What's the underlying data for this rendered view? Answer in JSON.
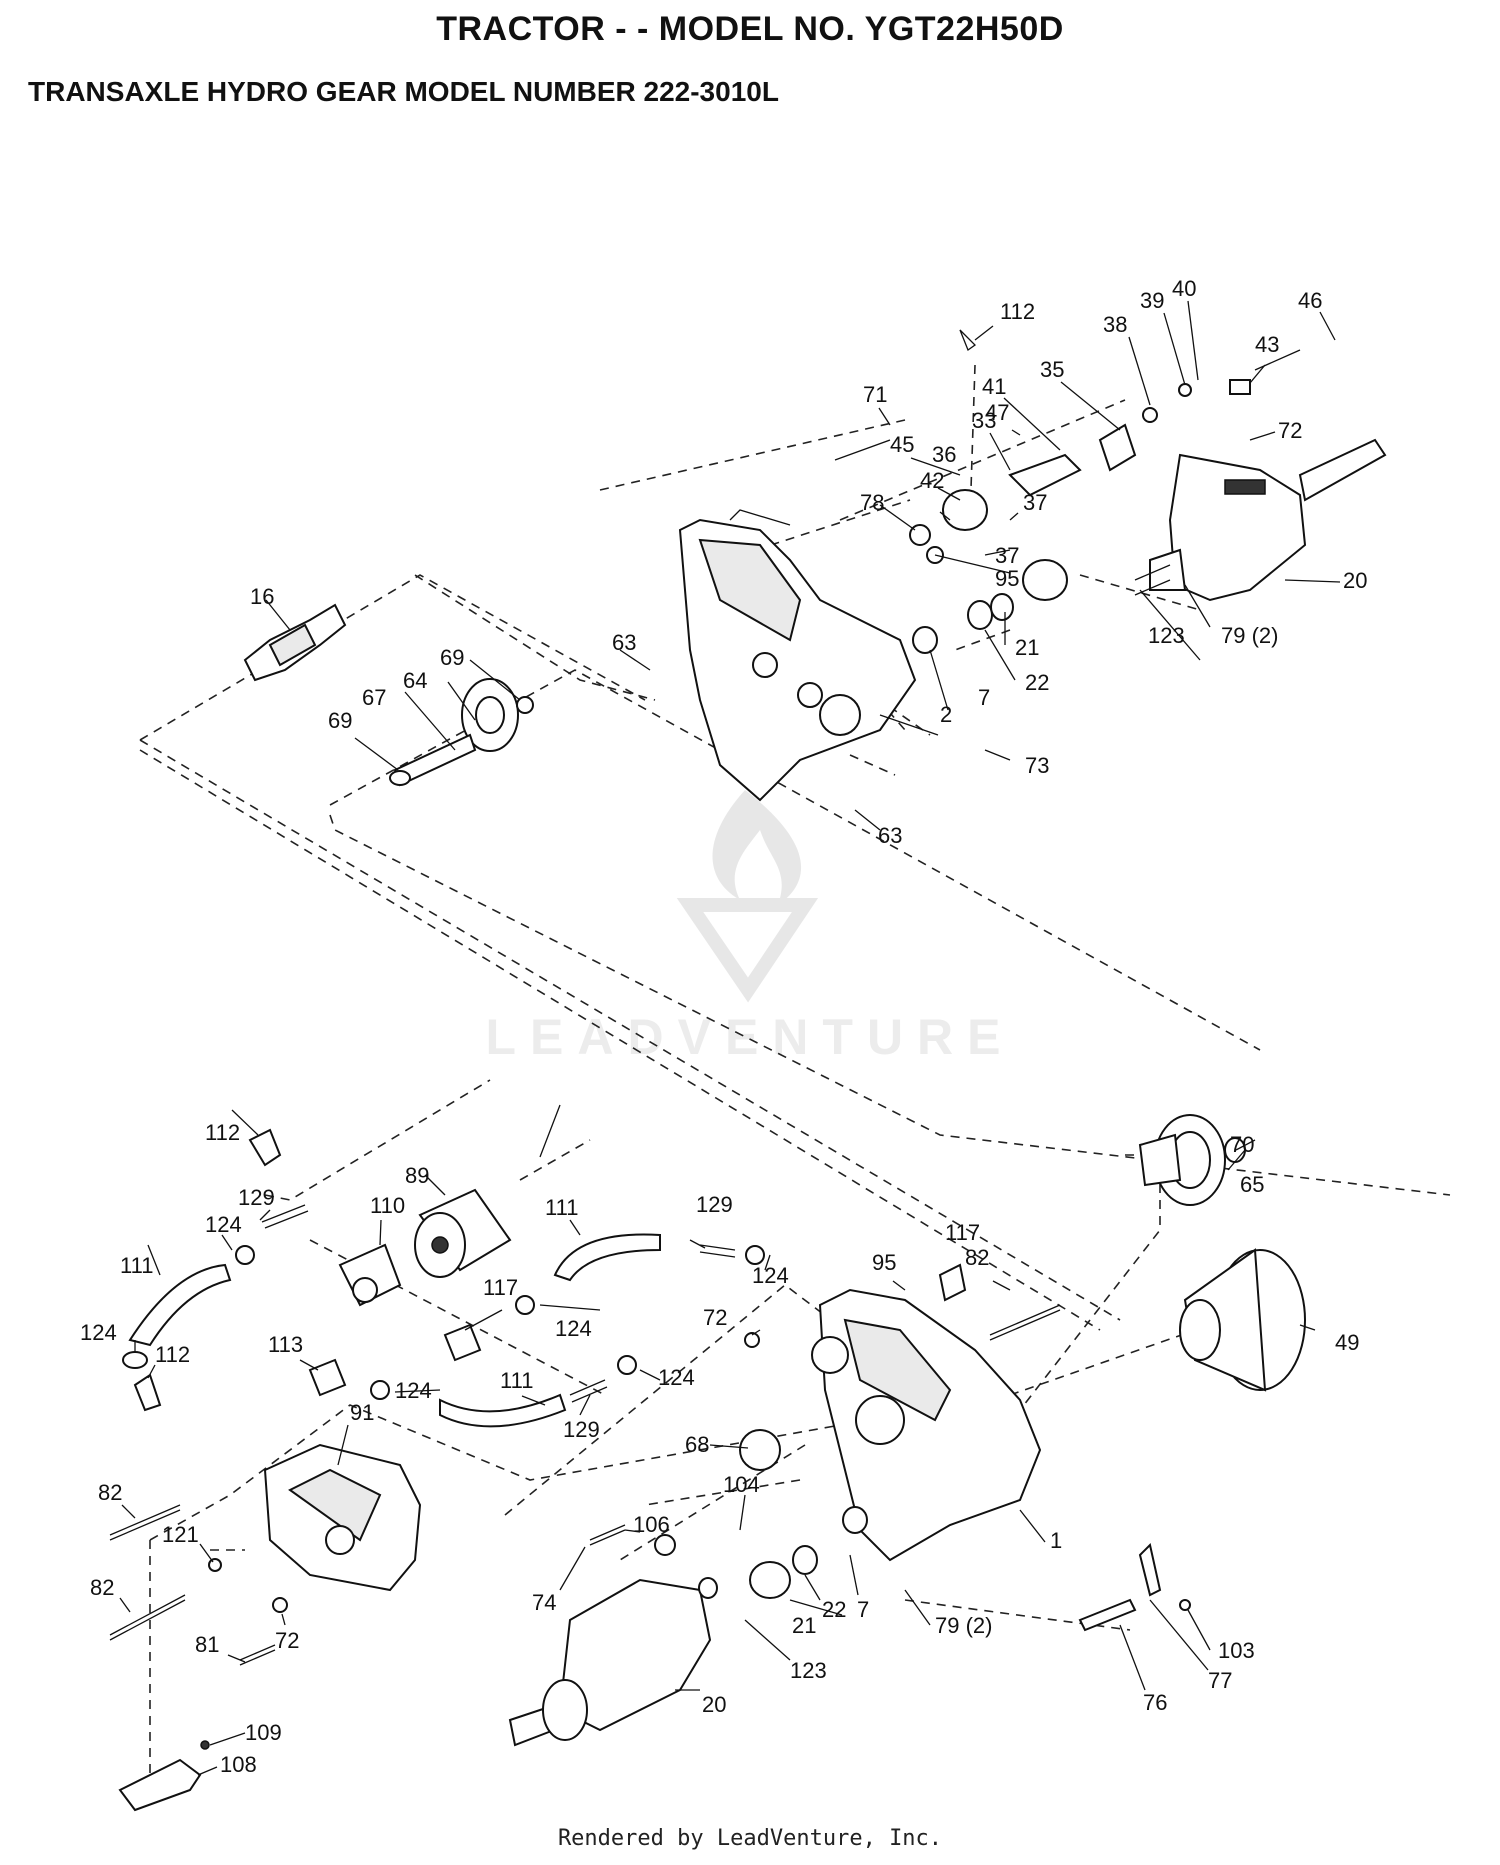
{
  "header": {
    "title": "TRACTOR - - MODEL NO. YGT22H50D",
    "subtitle": "TRANSAXLE HYDRO GEAR MODEL NUMBER 222-3010L"
  },
  "watermark": "LEADVENTURE",
  "footer": "Rendered by LeadVenture, Inc.",
  "callouts": {
    "c112a": "112",
    "c40": "40",
    "c39": "39",
    "c46": "46",
    "c38": "38",
    "c43": "43",
    "c71": "71",
    "c41": "41",
    "c35": "35",
    "c33": "33",
    "c47": "47",
    "c72a": "72",
    "c45": "45",
    "c36": "36",
    "c42": "42",
    "c78": "78",
    "c37a": "37",
    "c37b": "37",
    "c95a": "95",
    "c20a": "20",
    "c16": "16",
    "c123a": "123",
    "c79a": "79 (2)",
    "c63a": "63",
    "c21a": "21",
    "c69a": "69",
    "c64": "64",
    "c22a": "22",
    "c7a": "7",
    "c67": "67",
    "c69b": "69",
    "c2": "2",
    "c73": "73",
    "c63b": "63",
    "c70": "70",
    "c112b": "112",
    "c89": "89",
    "c65": "65",
    "c129a": "129",
    "c110": "110",
    "c111a": "111",
    "c129b": "129",
    "c124a": "124",
    "c117a": "117",
    "c111b": "111",
    "c124b": "124",
    "c95b": "95",
    "c82a": "82",
    "c117b": "117",
    "c124c": "124",
    "c72b": "72",
    "c124d": "124",
    "c112c": "112",
    "c49": "49",
    "c113": "113",
    "c124e": "124",
    "c124f": "124",
    "c111c": "111",
    "c91": "91",
    "c129c": "129",
    "c68": "68",
    "c82b": "82",
    "c104": "104",
    "c121": "121",
    "c106": "106",
    "c74": "74",
    "c1": "1",
    "c7b": "7",
    "c82c": "82",
    "c72c": "72",
    "c22b": "22",
    "c21b": "21",
    "c79b": "79 (2)",
    "c103": "103",
    "c81": "81",
    "c123b": "123",
    "c77": "77",
    "c20b": "20",
    "c76": "76",
    "c109": "109",
    "c108": "108"
  }
}
